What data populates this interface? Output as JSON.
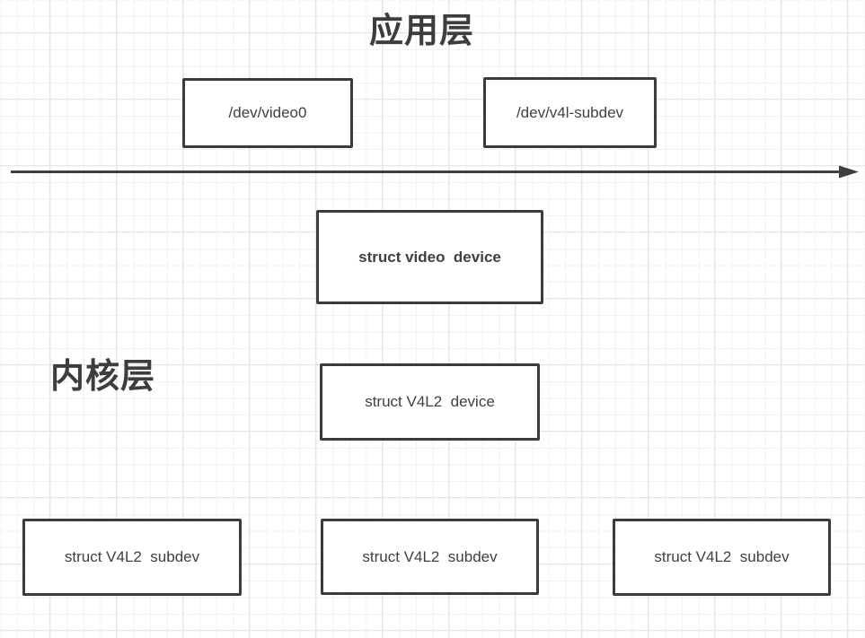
{
  "diagram": {
    "layers": {
      "application_label": "应用层",
      "kernel_label": "内核层"
    },
    "boxes": [
      {
        "id": "dev-video0",
        "label": "/dev/video0"
      },
      {
        "id": "dev-v4l-subdev",
        "label": "/dev/v4l-subdev"
      },
      {
        "id": "struct-video-device",
        "label": "struct video  device"
      },
      {
        "id": "struct-v4l2-device",
        "label": "struct V4L2  device"
      },
      {
        "id": "struct-v4l2-subdev-left",
        "label": "struct V4L2  subdev"
      },
      {
        "id": "struct-v4l2-subdev-middle",
        "label": "struct V4L2  subdev"
      },
      {
        "id": "struct-v4l2-subdev-right",
        "label": "struct V4L2  subdev"
      }
    ],
    "colors": {
      "box_border": "#3b3b3b",
      "box_text": "#404040",
      "layer_label_text": "#3d3d3d",
      "arrow": "#3f3f3f",
      "grid_minor": "#f2f2f2",
      "grid_major": "#e6e6e6",
      "background": "#ffffff"
    }
  }
}
